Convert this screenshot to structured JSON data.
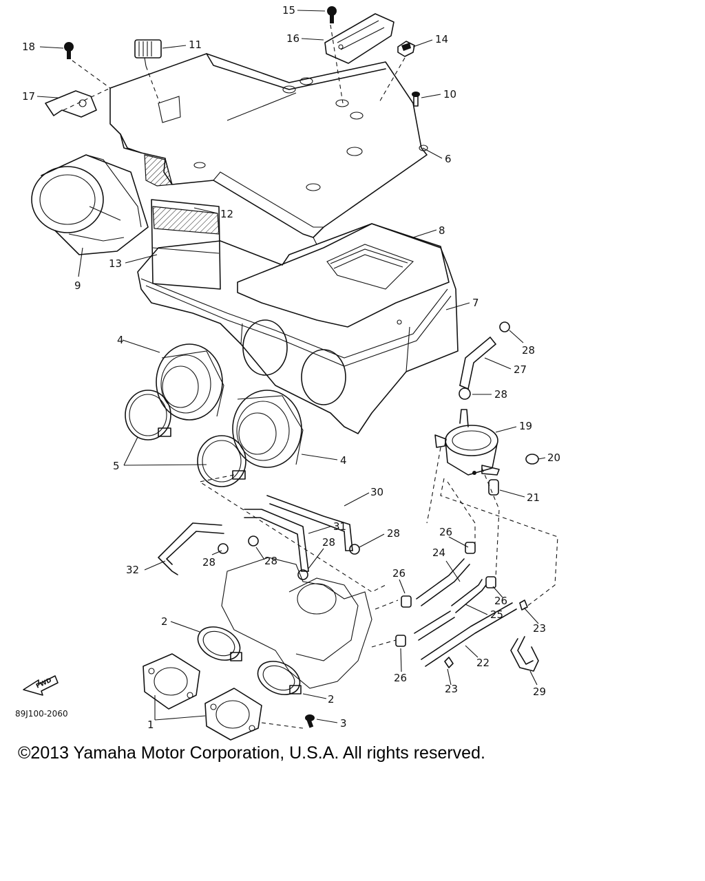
{
  "figure": {
    "drawing_code": "89J100-2060",
    "fwd_label": "FWD"
  },
  "callouts": [
    "1",
    "2",
    "3",
    "4",
    "5",
    "6",
    "7",
    "8",
    "9",
    "10",
    "11",
    "12",
    "13",
    "14",
    "15",
    "16",
    "17",
    "18",
    "19",
    "20",
    "21",
    "22",
    "23",
    "24",
    "25",
    "26",
    "27",
    "28",
    "29",
    "30",
    "31",
    "32"
  ],
  "footer": {
    "copyright": "©2013 Yamaha Motor Corporation, U.S.A. All rights reserved."
  }
}
